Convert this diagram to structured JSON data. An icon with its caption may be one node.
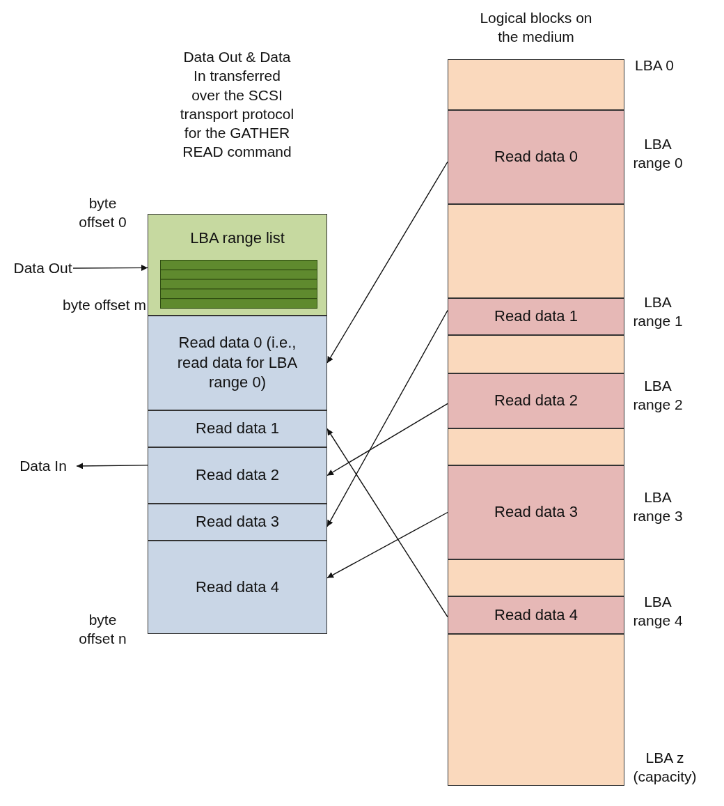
{
  "diagram": {
    "nodes": [
      {
        "text": [
          "LBA range list"
        ]
      },
      {
        "text": [
          "Read data 0 (i.e., read data for LBA range 0)"
        ]
      },
      {
        "text": [
          "Read data 1"
        ]
      },
      {
        "text": [
          "Read data 2"
        ]
      },
      {
        "text": [
          "Read data 3"
        ]
      },
      {
        "text": [
          "Read data 4"
        ]
      },
      {
        "text": [],
        "shape": "box"
      },
      {
        "text": [
          "Read data 0"
        ]
      },
      {
        "text": [],
        "shape": "box"
      },
      {
        "text": [
          "Read data 1"
        ]
      },
      {
        "text": [],
        "shape": "box"
      },
      {
        "text": [
          "Read data 2"
        ]
      },
      {
        "text": [],
        "shape": "box"
      },
      {
        "text": [
          "Read data 3"
        ]
      },
      {
        "text": [],
        "shape": "box"
      },
      {
        "text": [
          "Read data 4"
        ]
      },
      {
        "text": [],
        "shape": "box"
      },
      {
        "text": [
          "Data Out"
        ]
      },
      {
        "text": [
          "Data In"
        ]
      }
    ],
    "edges": [
      {
        "from": 17,
        "to": 0,
        "arrow": "to"
      },
      {
        "from": 3,
        "to": 18,
        "arrow": "to"
      },
      {
        "from": 7,
        "to": 1,
        "arrow": "to"
      },
      {
        "from": 9,
        "to": 4,
        "arrow": "to"
      },
      {
        "from": 11,
        "to": 3,
        "arrow": "to"
      },
      {
        "from": 13,
        "to": 5,
        "arrow": "to"
      },
      {
        "from": 15,
        "to": 2,
        "arrow": "to"
      }
    ],
    "labels": [
      "Logical blocks on the medium",
      "Data Out & Data In transferred over the SCSI transport protocol for the GATHER READ command",
      "LBA 0",
      "LBA range 0",
      "byte offset 0",
      "byte offset m",
      "LBA range 1",
      "LBA range 2",
      "LBA range 3",
      "LBA range 4",
      "byte offset n",
      "LBA z (capacity)"
    ]
  }
}
